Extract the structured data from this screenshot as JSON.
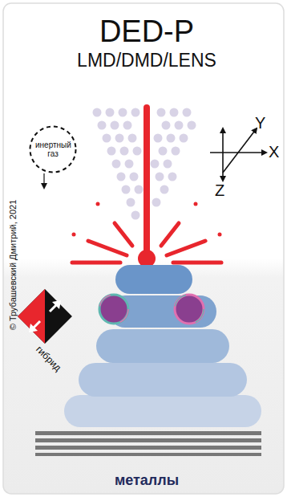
{
  "diagram": {
    "title": "DED-P",
    "nodes": [
      {
        "text": [
          "инертный газ"
        ]
      }
    ],
    "labels": [
      "LMD/DMD/LENS",
      "Y",
      "X",
      "Z",
      "гибрид",
      "© Трубашевский Дмитрий, 2021",
      "металлы"
    ]
  }
}
